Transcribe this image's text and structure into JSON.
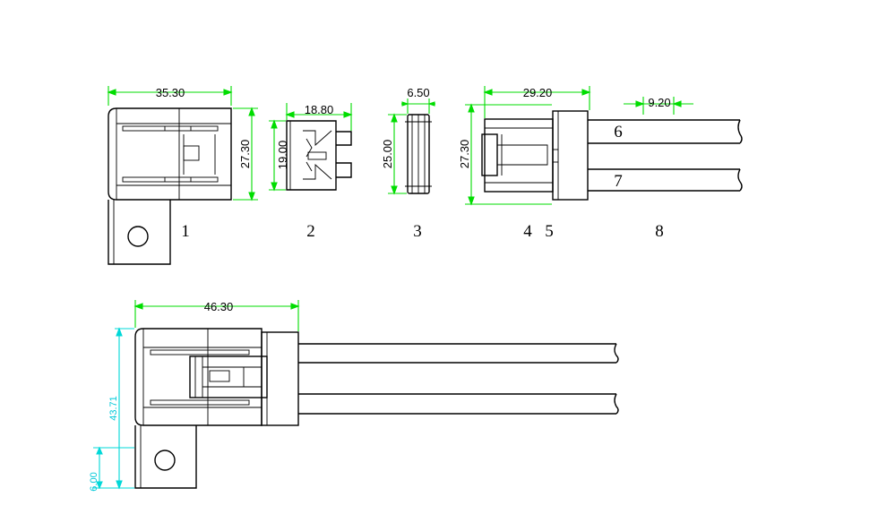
{
  "dimensions": {
    "part1_width": "35.30",
    "part1_height": "27.30",
    "part2_width": "18.80",
    "part2_height": "19.00",
    "part3_width": "6.50",
    "part3_height": "25.00",
    "part45_width": "29.20",
    "part45_height": "27.30",
    "wire_spacing": "9.20",
    "assembly_width": "46.30",
    "assembly_height": "43.71",
    "hole_offset": "6.00"
  },
  "part_numbers": {
    "p1": "1",
    "p2": "2",
    "p3": "3",
    "p4": "4",
    "p5": "5",
    "p6": "6",
    "p7": "7",
    "p8": "8"
  },
  "colors": {
    "dimension_line": "#00dd00",
    "secondary_dimension": "#00d8d8",
    "outline": "#000000"
  }
}
